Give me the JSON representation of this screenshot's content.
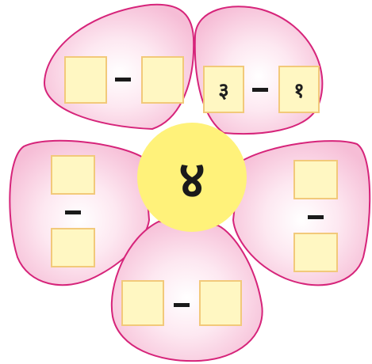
{
  "flower": {
    "colors": {
      "petal_fill": "#f9cfe3",
      "petal_outline": "#d6247a",
      "center_fill": "#fff27a",
      "box_fill": "#fff7c2",
      "box_border": "#f2c97a"
    },
    "center_value": "४",
    "petals": [
      {
        "id": "top-left",
        "left_value": "",
        "operator": "−",
        "right_value": ""
      },
      {
        "id": "top-right",
        "left_value": "३",
        "operator": "−",
        "right_value": "१"
      },
      {
        "id": "left",
        "left_value": "",
        "operator": "−",
        "right_value": ""
      },
      {
        "id": "right",
        "left_value": "",
        "operator": "−",
        "right_value": ""
      },
      {
        "id": "bottom",
        "left_value": "",
        "operator": "−",
        "right_value": ""
      }
    ]
  }
}
